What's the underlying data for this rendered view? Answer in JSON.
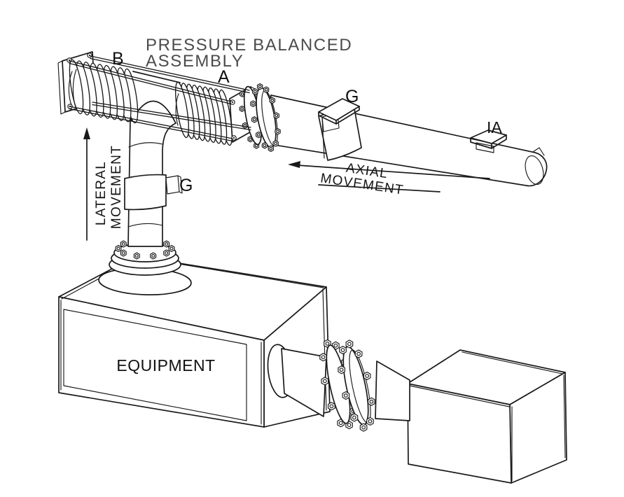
{
  "diagram": {
    "title": {
      "line1": "PRESSURE BALANCED",
      "line2": "ASSEMBLY"
    },
    "labels": {
      "bellows_b": "B",
      "bellows_a": "A",
      "guide_horizontal": "G",
      "intermediate_anchor": "IA",
      "guide_vertical": "G",
      "equipment": "EQUIPMENT"
    },
    "annotations": {
      "axial_word1": "AXIAL",
      "axial_word2": "MOVEMENT",
      "lateral_word1": "LATERAL",
      "lateral_word2": "MOVEMENT"
    },
    "colors": {
      "line": "#1a1a1a",
      "title": "#4b4b4b",
      "background": "#ffffff"
    }
  }
}
